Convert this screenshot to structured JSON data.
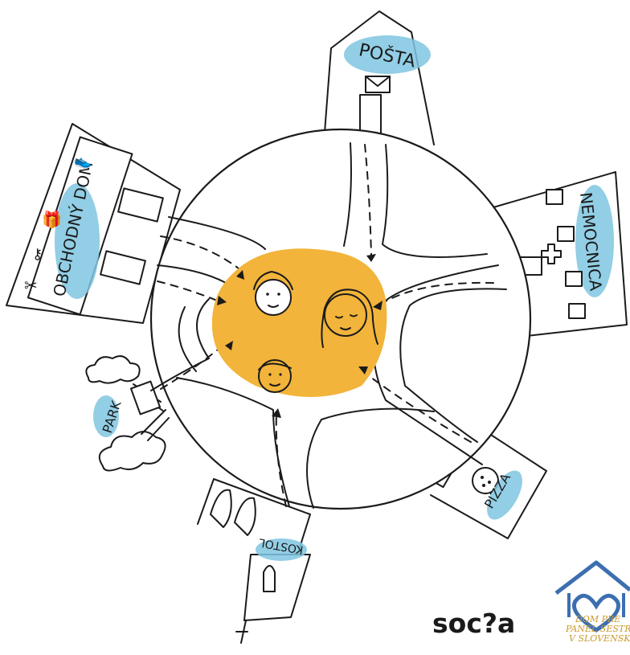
{
  "labels": {
    "posta": "POŠTA",
    "nemocnica": "NEMOCNICA",
    "obchodny_dom": "OBCHODNÝ DOM",
    "park": "PARK",
    "kostol": "KOSTOL",
    "pizza": "PIZZA"
  },
  "logos": {
    "socia": "soc?a",
    "dom_lines": [
      "DOM PRE",
      "PANEL SESTRE",
      "V SLOVENSKO"
    ]
  },
  "colors": {
    "center": "#f2b43a",
    "label_bubble": "#7fc6e0",
    "logo_blue": "#3c6fb0",
    "logo_gold": "#c99a2b"
  }
}
